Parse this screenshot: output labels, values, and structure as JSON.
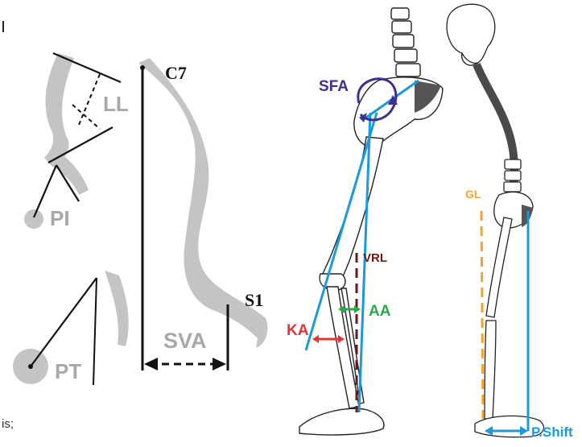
{
  "labels": {
    "ll": "LL",
    "pi": "PI",
    "pt": "PT",
    "c7": "C7",
    "s1": "S1",
    "sva": "SVA",
    "sfa": "SFA",
    "vrl": "VRL",
    "ka": "KA",
    "aa": "AA",
    "gl": "GL",
    "pshift": "P.Shift"
  },
  "footnote": "is;",
  "colors": {
    "bone_gray": "#c4c4c4",
    "line_black": "#111111",
    "blue": "#1a9ad9",
    "purple": "#3b2f8f",
    "dark_red": "#6b1a1a",
    "red": "#e23636",
    "green": "#2aa84a",
    "orange": "#f0a42a",
    "vertebra_dark": "#4a4a4a"
  }
}
